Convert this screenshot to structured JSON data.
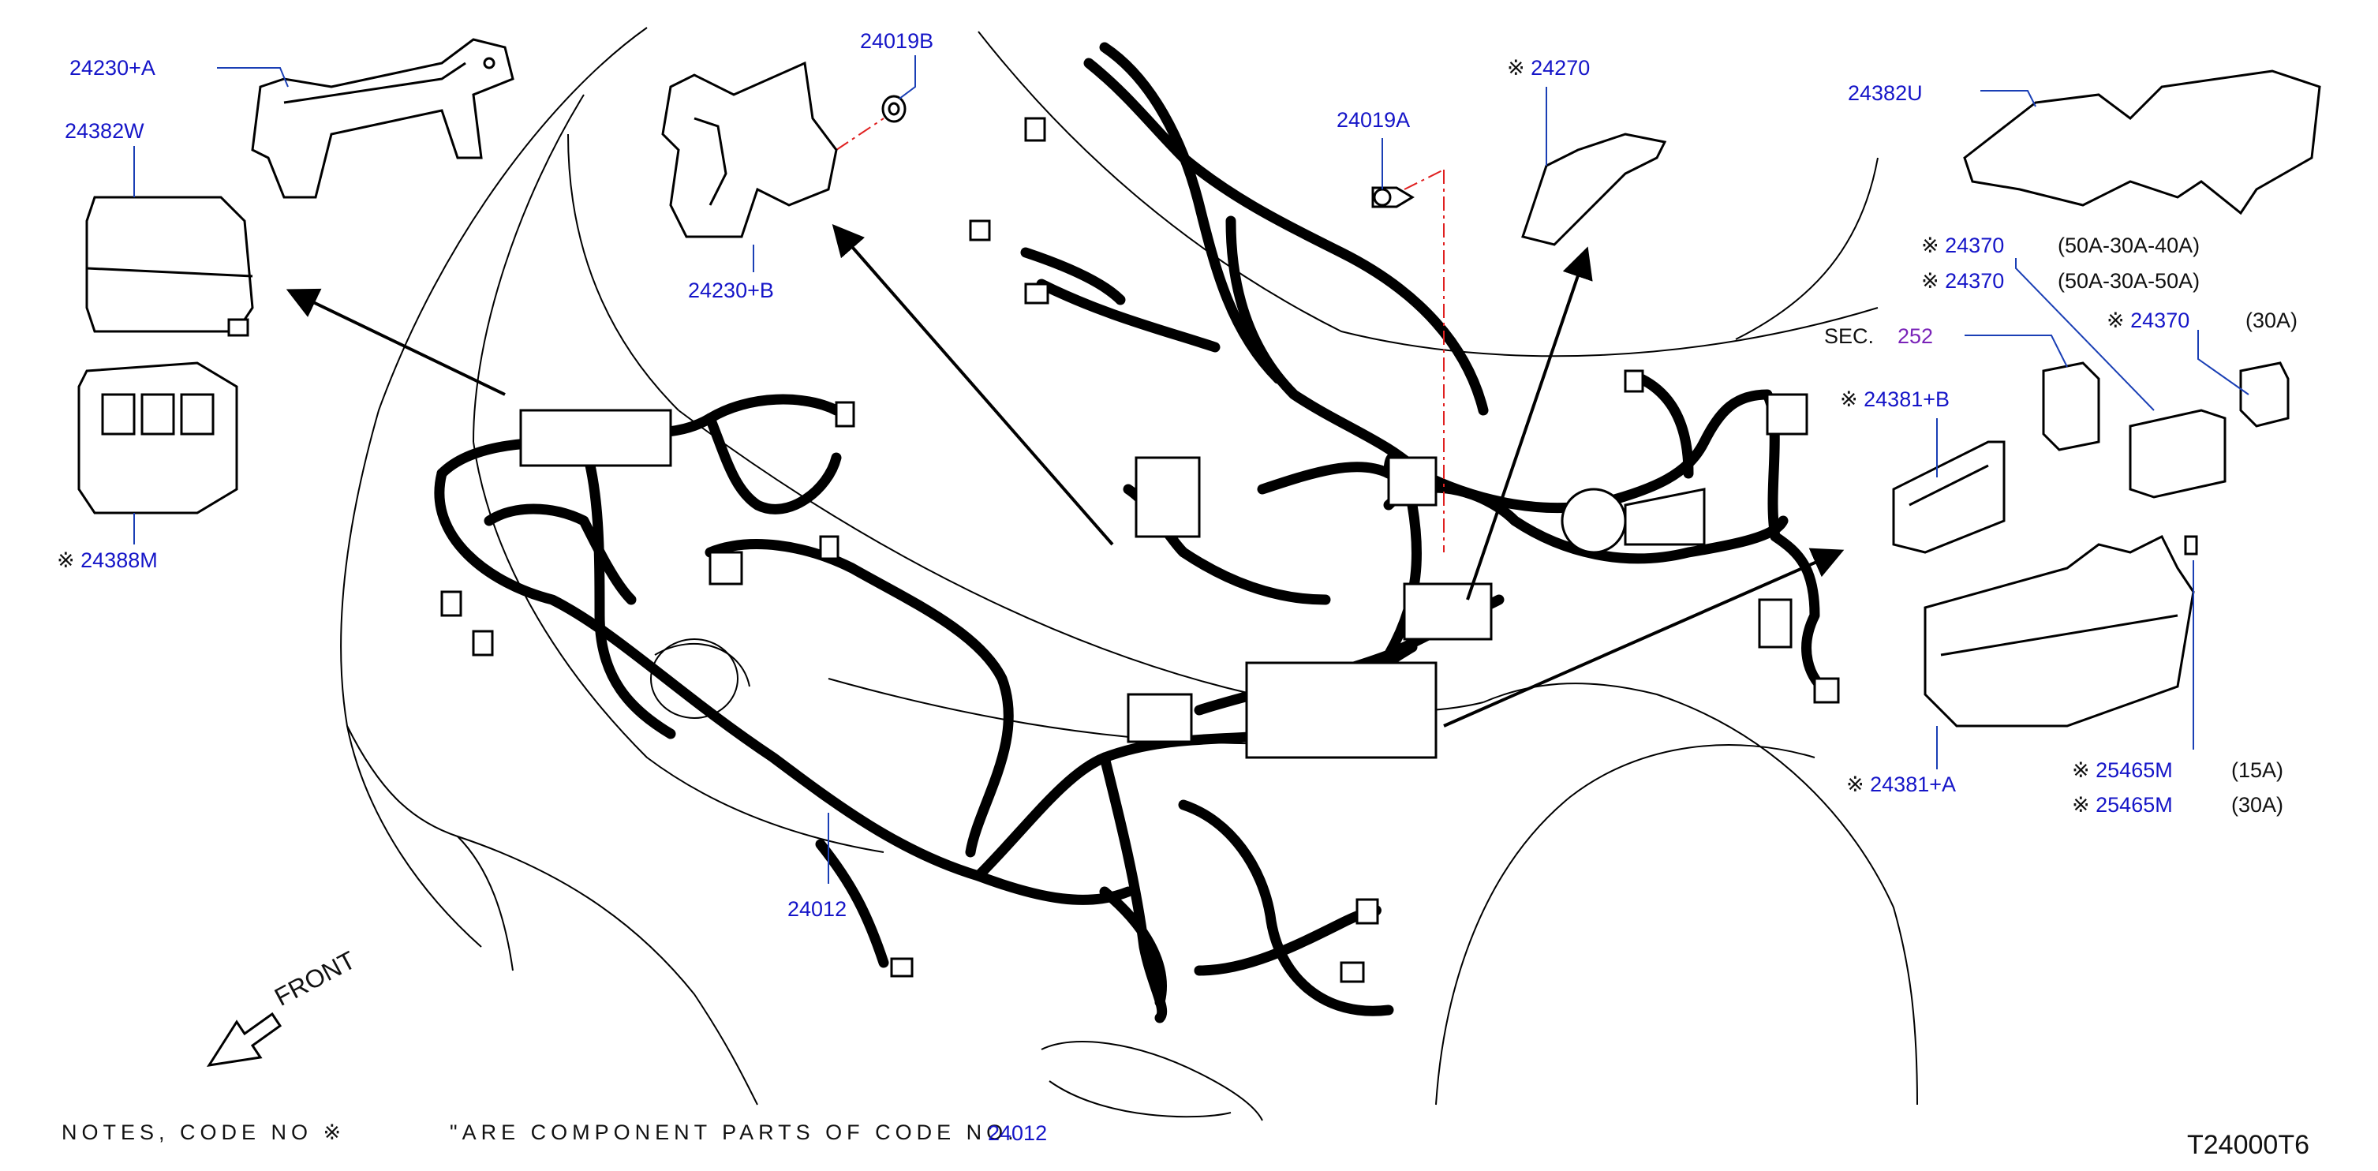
{
  "asterisk_glyph": "※",
  "colors": {
    "part_number": "#1515c8",
    "section_ref": "#7a23b8",
    "text": "#111111",
    "line": "#000000",
    "leader": "#1a3fb5",
    "centerline": "#e02020"
  },
  "parts": {
    "p24230A": "24230+A",
    "p24382W": "24382W",
    "p24388M": "24388M",
    "p24019B": "24019B",
    "p24230B": "24230+B",
    "p24019A": "24019A",
    "p24270": "24270",
    "p24382U": "24382U",
    "p24370_a": "24370",
    "p24370_a_spec": "(50A-30A-40A)",
    "p24370_b": "24370",
    "p24370_b_spec": "(50A-30A-50A)",
    "p24370_c": "24370",
    "p24370_c_spec": "(30A)",
    "sec_label": "SEC.",
    "sec_number": "252",
    "p24381B": "24381+B",
    "p24381A": "24381+A",
    "p25465M_a": "25465M",
    "p25465M_a_spec": "(15A)",
    "p25465M_b": "25465M",
    "p25465M_b_spec": "(30A)",
    "p24012": "24012"
  },
  "front_label": "FRONT",
  "notes": {
    "prefix": "NOTES,   CODE   NO",
    "suffix": "\"ARE   COMPONENT   PARTS   OF   CODE   NO.",
    "code_ref": "24012"
  },
  "diagram_code": "T24000T6"
}
